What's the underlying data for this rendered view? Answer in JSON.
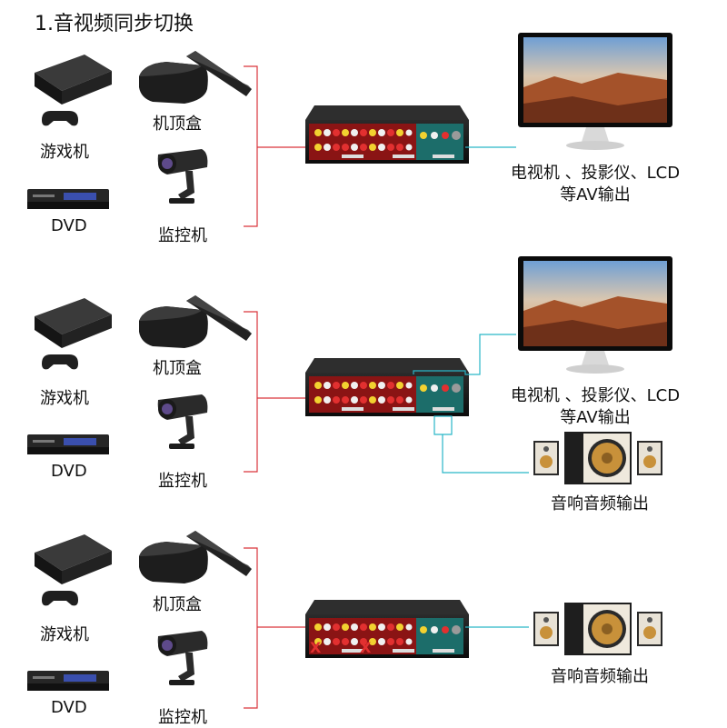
{
  "title": "1.音视频同步切换",
  "colors": {
    "red_line": "#d9343b",
    "cyan_line": "#29b6c8",
    "switch_red": "#8a1414",
    "switch_teal": "#1c6d6a"
  },
  "panels": [
    {
      "sources": {
        "console": "游戏机",
        "settop": "机顶盒",
        "dvd": "DVD",
        "camera": "监控机"
      },
      "outputs": [
        {
          "kind": "display",
          "label_line1": "电视机 、投影仪、LCD",
          "label_line2": "等AV输出"
        }
      ]
    },
    {
      "sources": {
        "console": "游戏机",
        "settop": "机顶盒",
        "dvd": "DVD",
        "camera": "监控机"
      },
      "outputs": [
        {
          "kind": "display",
          "label_line1": "电视机 、投影仪、LCD",
          "label_line2": "等AV输出"
        },
        {
          "kind": "speakers",
          "label_line1": "音响音频输出"
        }
      ]
    },
    {
      "sources": {
        "console": "游戏机",
        "settop": "机顶盒",
        "dvd": "DVD",
        "camera": "监控机"
      },
      "outputs": [
        {
          "kind": "speakers",
          "label_line1": "音响音频输出"
        }
      ]
    }
  ]
}
